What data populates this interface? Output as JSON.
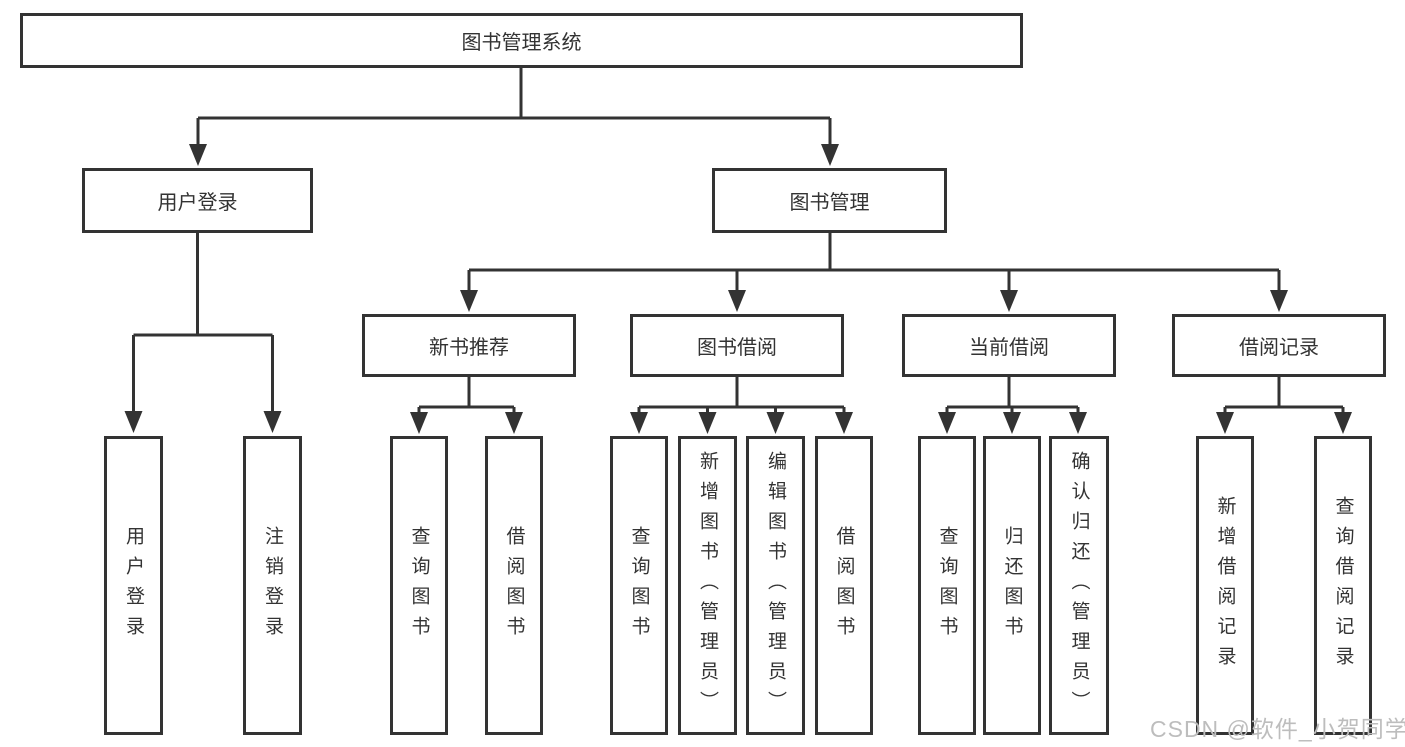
{
  "diagram": {
    "root": {
      "label": "图书管理系统"
    },
    "login_branch": {
      "label": "用户登录",
      "children": [
        "用户登录",
        "注销登录"
      ]
    },
    "mgmt_branch": {
      "label": "图书管理",
      "groups": [
        {
          "label": "新书推荐",
          "children": [
            "查询图书",
            "借阅图书"
          ]
        },
        {
          "label": "图书借阅",
          "children": [
            "查询图书",
            "新增图书（管理员）",
            "编辑图书（管理员）",
            "借阅图书"
          ]
        },
        {
          "label": "当前借阅",
          "children": [
            "查询图书",
            "归还图书",
            "确认归还（管理员）"
          ]
        },
        {
          "label": "借阅记录",
          "children": [
            "新增借阅记录",
            "查询借阅记录"
          ]
        }
      ]
    },
    "watermark": "CSDN @软件_小贺同学",
    "colors": {
      "line": "#333333",
      "text": "#333333",
      "box_bg": "#ffffff",
      "watermark": "#bdbdbd"
    }
  }
}
